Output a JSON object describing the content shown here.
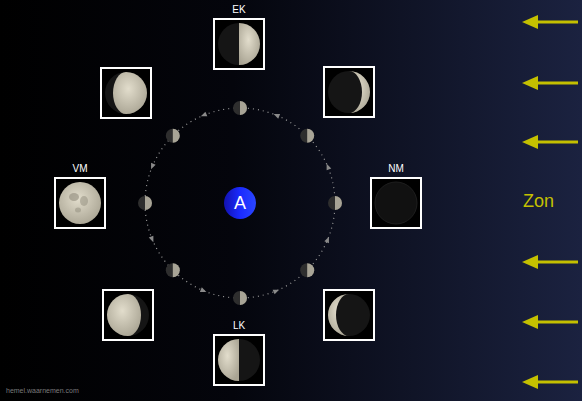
{
  "diagram": {
    "nodes": [
      {
        "text": [
          "EK"
        ]
      },
      {
        "text": [
          "VM"
        ]
      },
      {
        "text": [
          "A"
        ]
      },
      {
        "text": [
          "NM"
        ]
      },
      {
        "text": [
          "LK"
        ]
      }
    ],
    "labels": [
      "Zon",
      "hemel.waarnemen.com"
    ]
  }
}
